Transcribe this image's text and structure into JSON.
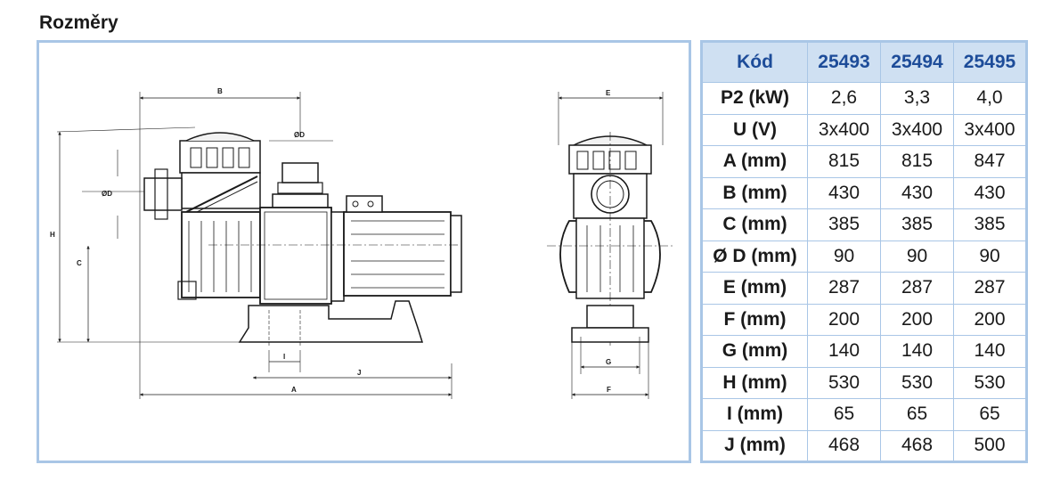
{
  "page": {
    "title": "Rozměry"
  },
  "drawing": {
    "labels": {
      "a": "A",
      "b": "B",
      "c": "C",
      "d_side": "ØD",
      "d_top": "ØD",
      "e": "E",
      "f": "F",
      "g": "G",
      "h": "H",
      "i": "I",
      "j": "J"
    }
  },
  "table": {
    "header": {
      "param": "Kód",
      "codes": [
        "25493",
        "25494",
        "25495"
      ]
    },
    "rows": [
      {
        "param": "P2 (kW)",
        "values": [
          "2,6",
          "3,3",
          "4,0"
        ]
      },
      {
        "param": "U (V)",
        "values": [
          "3x400",
          "3x400",
          "3x400"
        ]
      },
      {
        "param": "A (mm)",
        "values": [
          "815",
          "815",
          "847"
        ]
      },
      {
        "param": "B (mm)",
        "values": [
          "430",
          "430",
          "430"
        ]
      },
      {
        "param": "C (mm)",
        "values": [
          "385",
          "385",
          "385"
        ]
      },
      {
        "param": "Ø D (mm)",
        "values": [
          "90",
          "90",
          "90"
        ]
      },
      {
        "param": "E (mm)",
        "values": [
          "287",
          "287",
          "287"
        ]
      },
      {
        "param": "F (mm)",
        "values": [
          "200",
          "200",
          "200"
        ]
      },
      {
        "param": "G (mm)",
        "values": [
          "140",
          "140",
          "140"
        ]
      },
      {
        "param": "H (mm)",
        "values": [
          "530",
          "530",
          "530"
        ]
      },
      {
        "param": "I (mm)",
        "values": [
          "65",
          "65",
          "65"
        ]
      },
      {
        "param": "J (mm)",
        "values": [
          "468",
          "468",
          "500"
        ]
      }
    ]
  }
}
